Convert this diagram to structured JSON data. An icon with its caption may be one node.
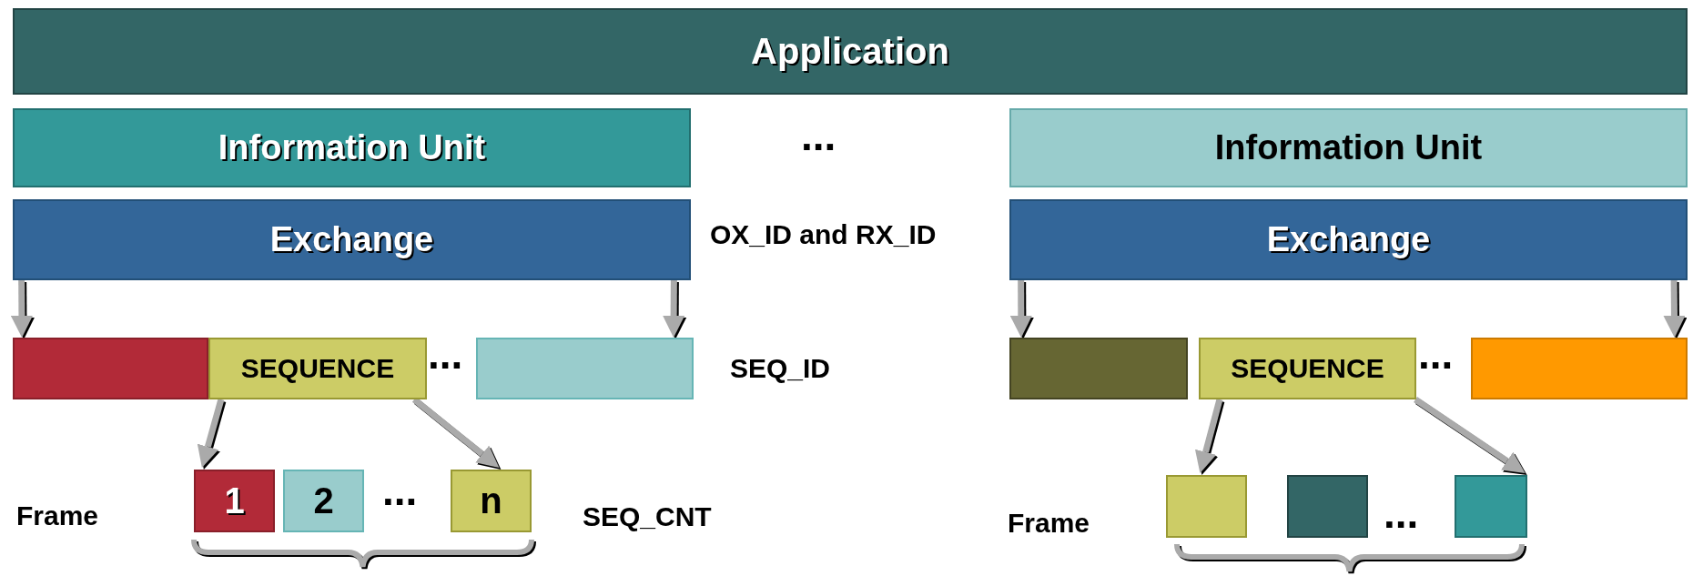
{
  "diagram": {
    "nodes": [
      {
        "text": [
          "Application"
        ]
      },
      {
        "text": [
          "Information Unit"
        ]
      },
      {
        "text": [
          "Information Unit"
        ]
      },
      {
        "text": [
          "Exchange"
        ]
      },
      {
        "text": [
          "Exchange"
        ]
      },
      {
        "text": [],
        "shape": "box"
      },
      {
        "text": [
          "SEQUENCE"
        ]
      },
      {
        "text": [],
        "shape": "box"
      },
      {
        "text": [
          "1"
        ]
      },
      {
        "text": [
          "2"
        ]
      },
      {
        "text": [
          "n"
        ]
      },
      {
        "text": [],
        "shape": "box"
      },
      {
        "text": [
          "SEQUENCE"
        ]
      },
      {
        "text": [],
        "shape": "box"
      },
      {
        "text": [],
        "shape": "box"
      },
      {
        "text": [],
        "shape": "box"
      },
      {
        "text": [],
        "shape": "box"
      }
    ],
    "edges": [
      {
        "from": 3,
        "to": 5,
        "arrow": "to"
      },
      {
        "from": 3,
        "to": 7,
        "arrow": "to"
      },
      {
        "from": 6,
        "to": 8,
        "arrow": "to"
      },
      {
        "from": 6,
        "to": 10,
        "arrow": "to"
      },
      {
        "from": 4,
        "to": 11,
        "arrow": "to"
      },
      {
        "from": 4,
        "to": 13,
        "arrow": "to"
      },
      {
        "from": 12,
        "to": 14,
        "arrow": "to"
      },
      {
        "from": 12,
        "to": 16,
        "arrow": "to"
      }
    ],
    "labels": [
      "...",
      "OX_ID and RX_ID",
      "...",
      "SEQ_ID",
      "...",
      "Frame",
      "...",
      "SEQ_CNT",
      "Frame",
      "..."
    ]
  }
}
